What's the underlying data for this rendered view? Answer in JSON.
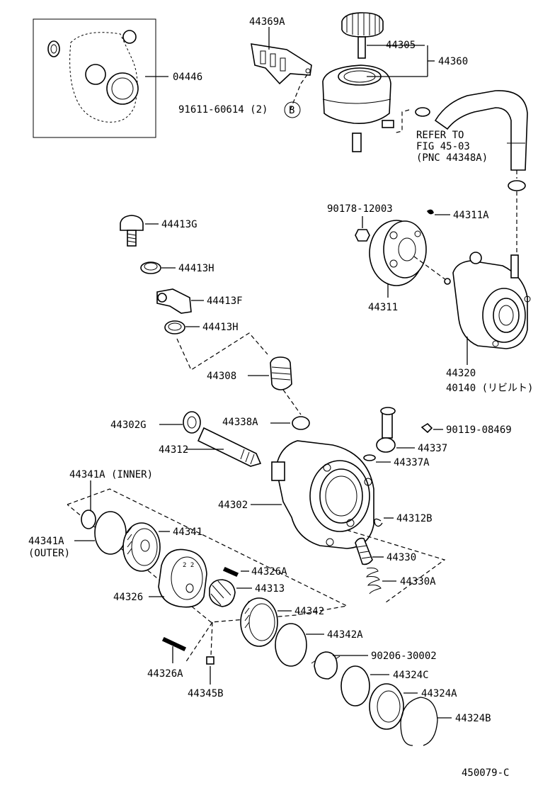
{
  "diagram": {
    "labels": {
      "p04446": "04446",
      "p44369A": "44369A",
      "p91611": "91611-60614 (2)",
      "ref_b": "B",
      "p44305": "44305",
      "p44360": "44360",
      "refer1": "REFER TO",
      "refer2": "FIG 45-03",
      "refer3": "(PNC 44348A)",
      "p90178": "90178-12003",
      "p44311A": "44311A",
      "p44413G": "44413G",
      "p44413H_1": "44413H",
      "p44413F": "44413F",
      "p44413H_2": "44413H",
      "p44311": "44311",
      "p44308": "44308",
      "p44320": "44320",
      "p40140": "40140 (リビルト)",
      "p44302G": "44302G",
      "p44338A": "44338A",
      "p90119": "90119-08469",
      "p44312": "44312",
      "p44337": "44337",
      "p44337A": "44337A",
      "p44341A_inner": "44341A (INNER)",
      "p44302": "44302",
      "p44312B": "44312B",
      "p44341A_outer1": "44341A",
      "p44341A_outer2": "(OUTER)",
      "p44341": "44341",
      "p44330": "44330",
      "p44326A_1": "44326A",
      "p44330A": "44330A",
      "p44326": "44326",
      "p44313": "44313",
      "p44342": "44342",
      "p44342A": "44342A",
      "p90206": "90206-30002",
      "p44326A_2": "44326A",
      "p44324C": "44324C",
      "p44345B": "44345B",
      "p44324A": "44324A",
      "p44324B": "44324B",
      "figure_id": "450079-C"
    }
  }
}
